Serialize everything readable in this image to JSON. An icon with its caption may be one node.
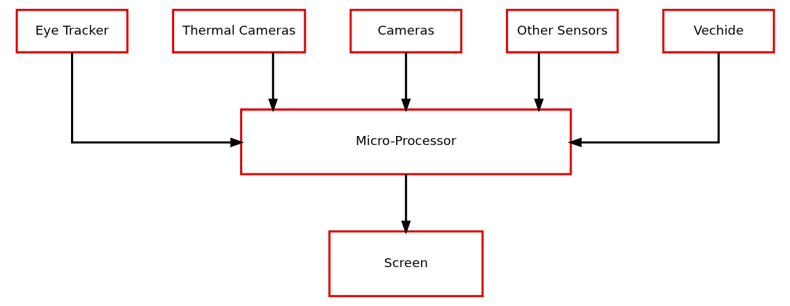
{
  "diagram": {
    "nodes": [
      {
        "text": [
          "Eye Tracker"
        ]
      },
      {
        "text": [
          "Thermal Cameras"
        ]
      },
      {
        "text": [
          "Cameras"
        ]
      },
      {
        "text": [
          "Other Sensors"
        ]
      },
      {
        "text": [
          "Vechide"
        ]
      },
      {
        "text": [
          "Micro-Processor"
        ]
      },
      {
        "text": [
          "Screen"
        ]
      }
    ],
    "edges": [
      {
        "from": 0,
        "to": 5,
        "arrow": "to"
      },
      {
        "from": 1,
        "to": 5,
        "arrow": "to"
      },
      {
        "from": 2,
        "to": 5,
        "arrow": "to"
      },
      {
        "from": 3,
        "to": 5,
        "arrow": "to"
      },
      {
        "from": 4,
        "to": 5,
        "arrow": "to"
      },
      {
        "from": 5,
        "to": 6,
        "arrow": "to"
      }
    ]
  }
}
